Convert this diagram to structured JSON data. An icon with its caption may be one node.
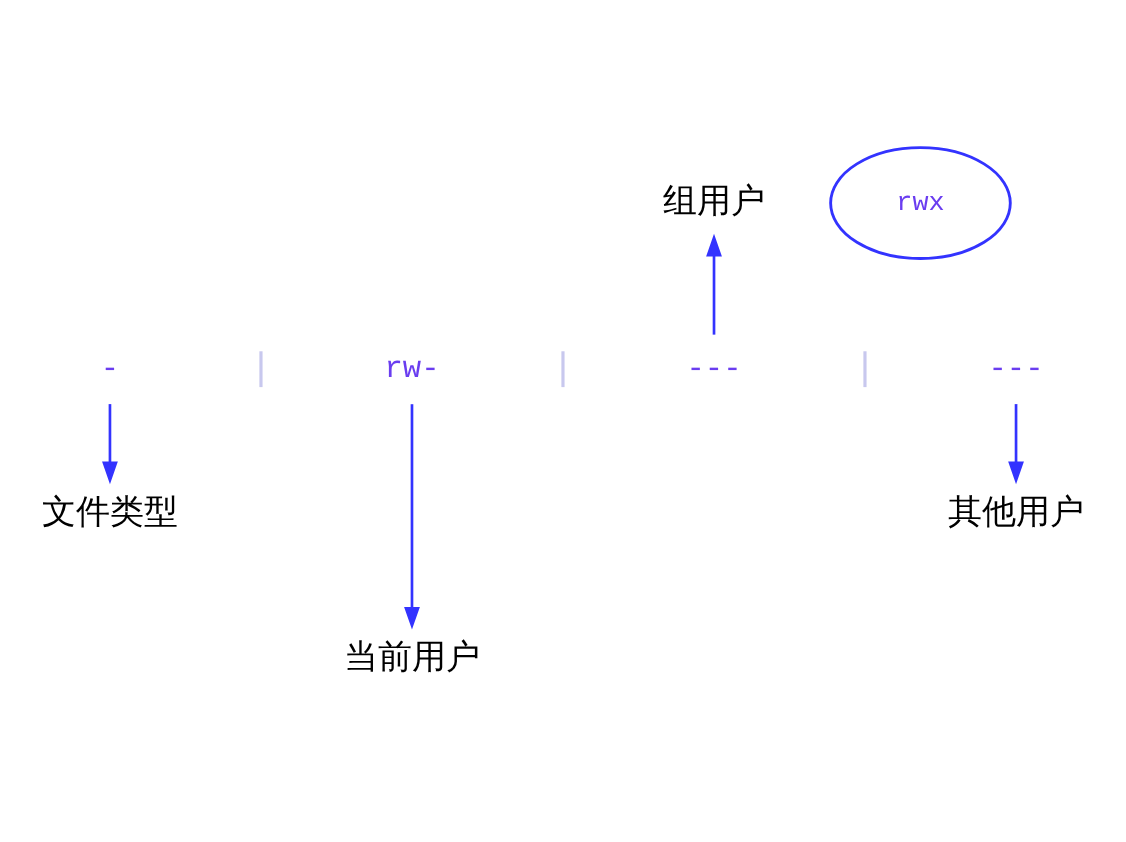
{
  "diagram": {
    "nodes": [
      {
        "text": [
          "-"
        ]
      },
      {
        "text": [
          "rw-"
        ]
      },
      {
        "text": [
          "---"
        ]
      },
      {
        "text": [
          "---"
        ]
      },
      {
        "text": [
          "文件类型"
        ]
      },
      {
        "text": [
          "当前用户"
        ]
      },
      {
        "text": [
          "组用户"
        ]
      },
      {
        "text": [
          "其他用户"
        ]
      },
      {
        "text": [
          "rwx"
        ]
      }
    ],
    "edges": [
      {
        "from": 0,
        "to": 4,
        "arrow": "to"
      },
      {
        "from": 1,
        "to": 5,
        "arrow": "to"
      },
      {
        "from": 2,
        "to": 6,
        "arrow": "to"
      },
      {
        "from": 3,
        "to": 7,
        "arrow": "to"
      }
    ],
    "labels": [
      "|",
      "|",
      "|"
    ]
  }
}
